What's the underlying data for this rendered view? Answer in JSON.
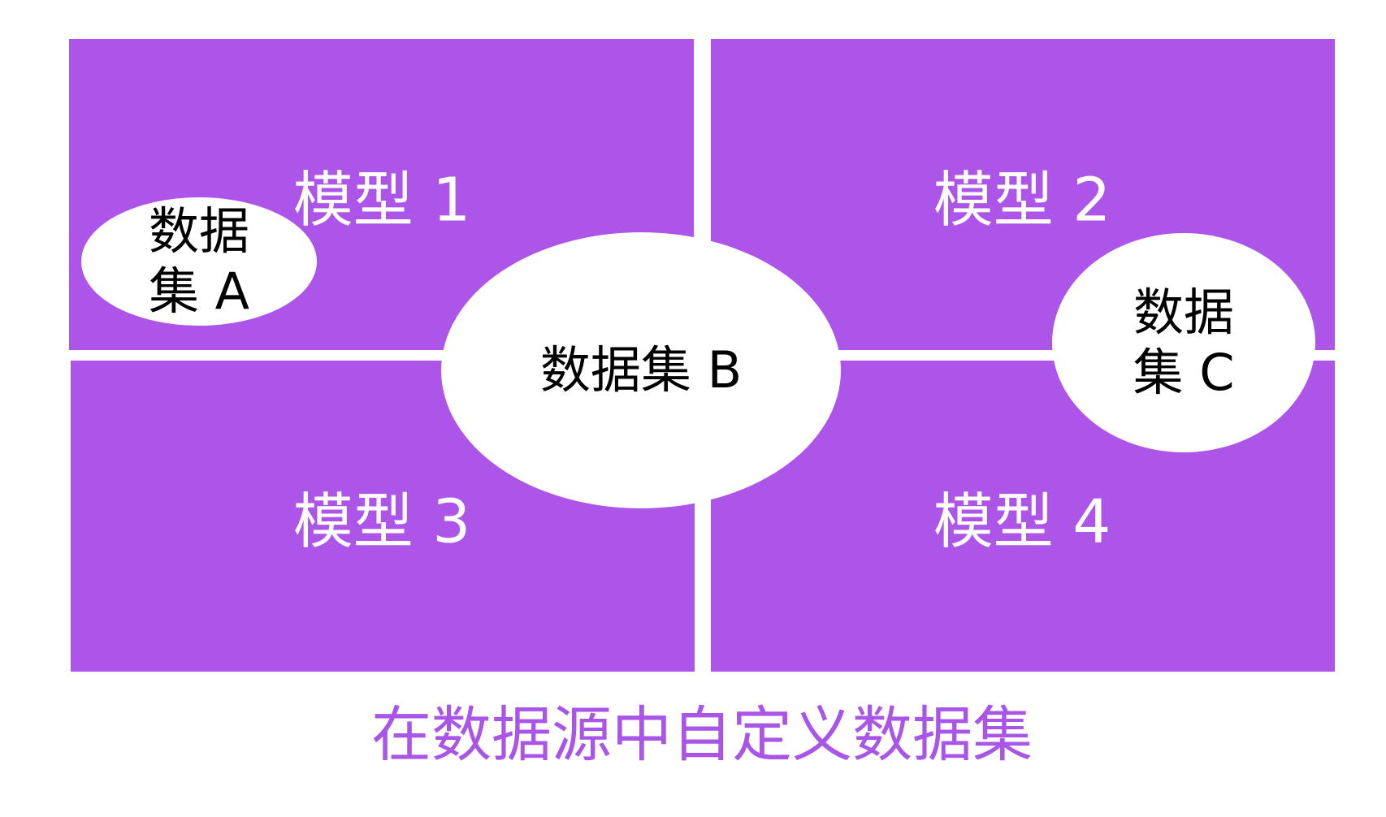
{
  "colors": {
    "box": "#ad55e8",
    "caption": "#a855e8"
  },
  "models": [
    "模型 1",
    "模型 2",
    "模型 3",
    "模型 4"
  ],
  "datasets": {
    "a": [
      "数据",
      "集 A"
    ],
    "b": "数据集 B",
    "c": [
      "数据",
      "集 C"
    ]
  },
  "caption": "在数据源中自定义数据集"
}
